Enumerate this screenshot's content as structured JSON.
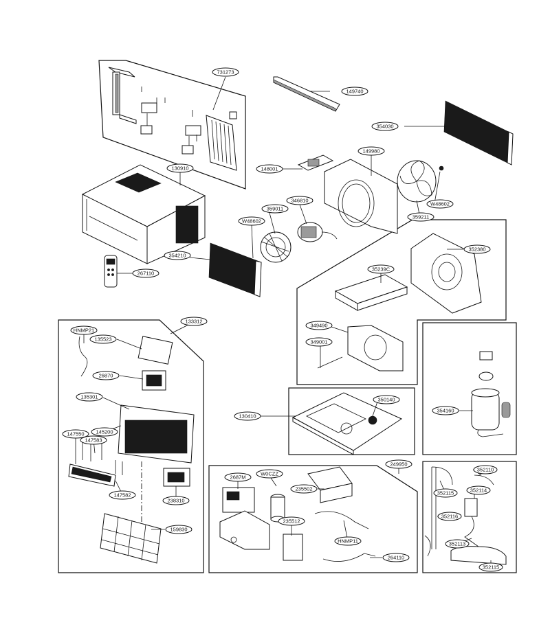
{
  "labels": {
    "l731273": "731273",
    "l149740": "149740",
    "l354030": "354030",
    "l149980": "149980",
    "l148001": "148001",
    "l130910": "130910",
    "lW4860_1": "W48602",
    "l359011": "359011",
    "l346810": "346810",
    "lW4860_2": "W48602",
    "l359211": "359211",
    "l352380": "352380",
    "l354210": "354210",
    "l267110": "267110",
    "l352390": "35239C",
    "l349490": "349490",
    "l349001": "349001",
    "l133312": "133312",
    "lHNMP21": "HNMP21",
    "l135523": "135523",
    "l26870": "26870",
    "l135301": "135301",
    "l147550": "147550",
    "l145200": "145200",
    "l147583": "147583",
    "l147582": "147582",
    "l238310": "238310",
    "l159830": "159830",
    "l350140": "350140",
    "l130410": "130410",
    "l354160": "354160",
    "l249950": "249950",
    "l2687M": "2687M",
    "lW0CZZ": "W0CZZ",
    "l235502": "235502",
    "l235512": "235512",
    "lHNMP11": "HNMP11",
    "l264110": "264110",
    "l352110a": "352110",
    "l352115a": "352115",
    "l352114": "352114",
    "l352116": "352116",
    "l352113": "352113",
    "l352115b": "352115"
  }
}
